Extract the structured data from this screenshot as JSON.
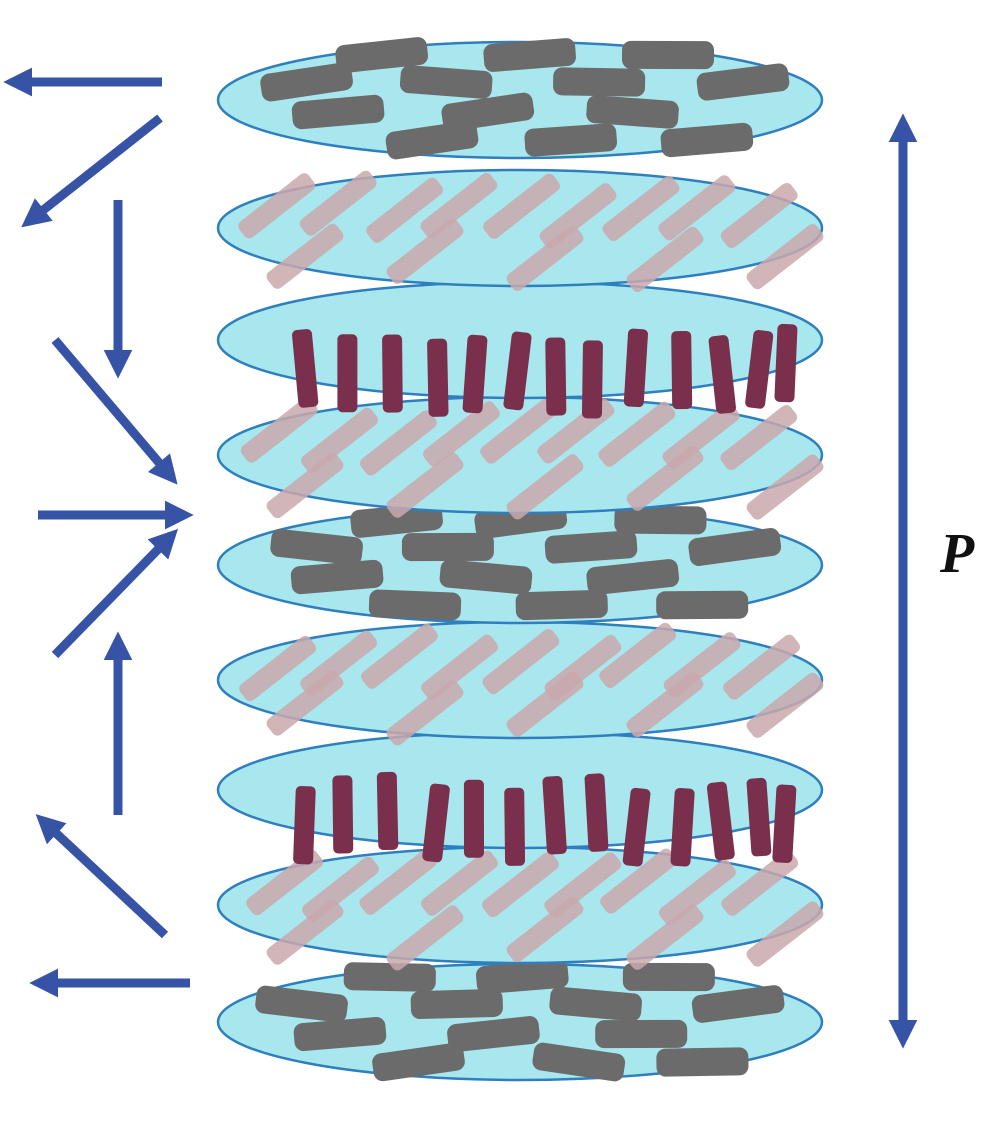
{
  "diagram": {
    "pitch_label": "P",
    "colors": {
      "background": "#ffffff",
      "disc_fill": "#a9e7ee",
      "disc_stroke": "#2f7fbf",
      "arrow": "#3653a6",
      "molecule_horizontal": "#6b6b6b",
      "molecule_tilted": "#c9a8ad",
      "molecule_vertical": "#7a2f4c"
    },
    "layers": [
      {
        "name": "layer-1",
        "orientation": "horizontal"
      },
      {
        "name": "layer-2",
        "orientation": "tilted"
      },
      {
        "name": "layer-3",
        "orientation": "vertical"
      },
      {
        "name": "layer-4",
        "orientation": "tilted"
      },
      {
        "name": "layer-5",
        "orientation": "horizontal"
      },
      {
        "name": "layer-6",
        "orientation": "tilted"
      },
      {
        "name": "layer-7",
        "orientation": "vertical"
      },
      {
        "name": "layer-8",
        "orientation": "tilted"
      },
      {
        "name": "layer-9",
        "orientation": "horizontal"
      }
    ],
    "director_arrows": [
      {
        "direction": "left"
      },
      {
        "direction": "down-left"
      },
      {
        "direction": "down"
      },
      {
        "direction": "down-right"
      },
      {
        "direction": "right"
      },
      {
        "direction": "up-right"
      },
      {
        "direction": "up"
      },
      {
        "direction": "up-left"
      },
      {
        "direction": "left"
      }
    ]
  }
}
